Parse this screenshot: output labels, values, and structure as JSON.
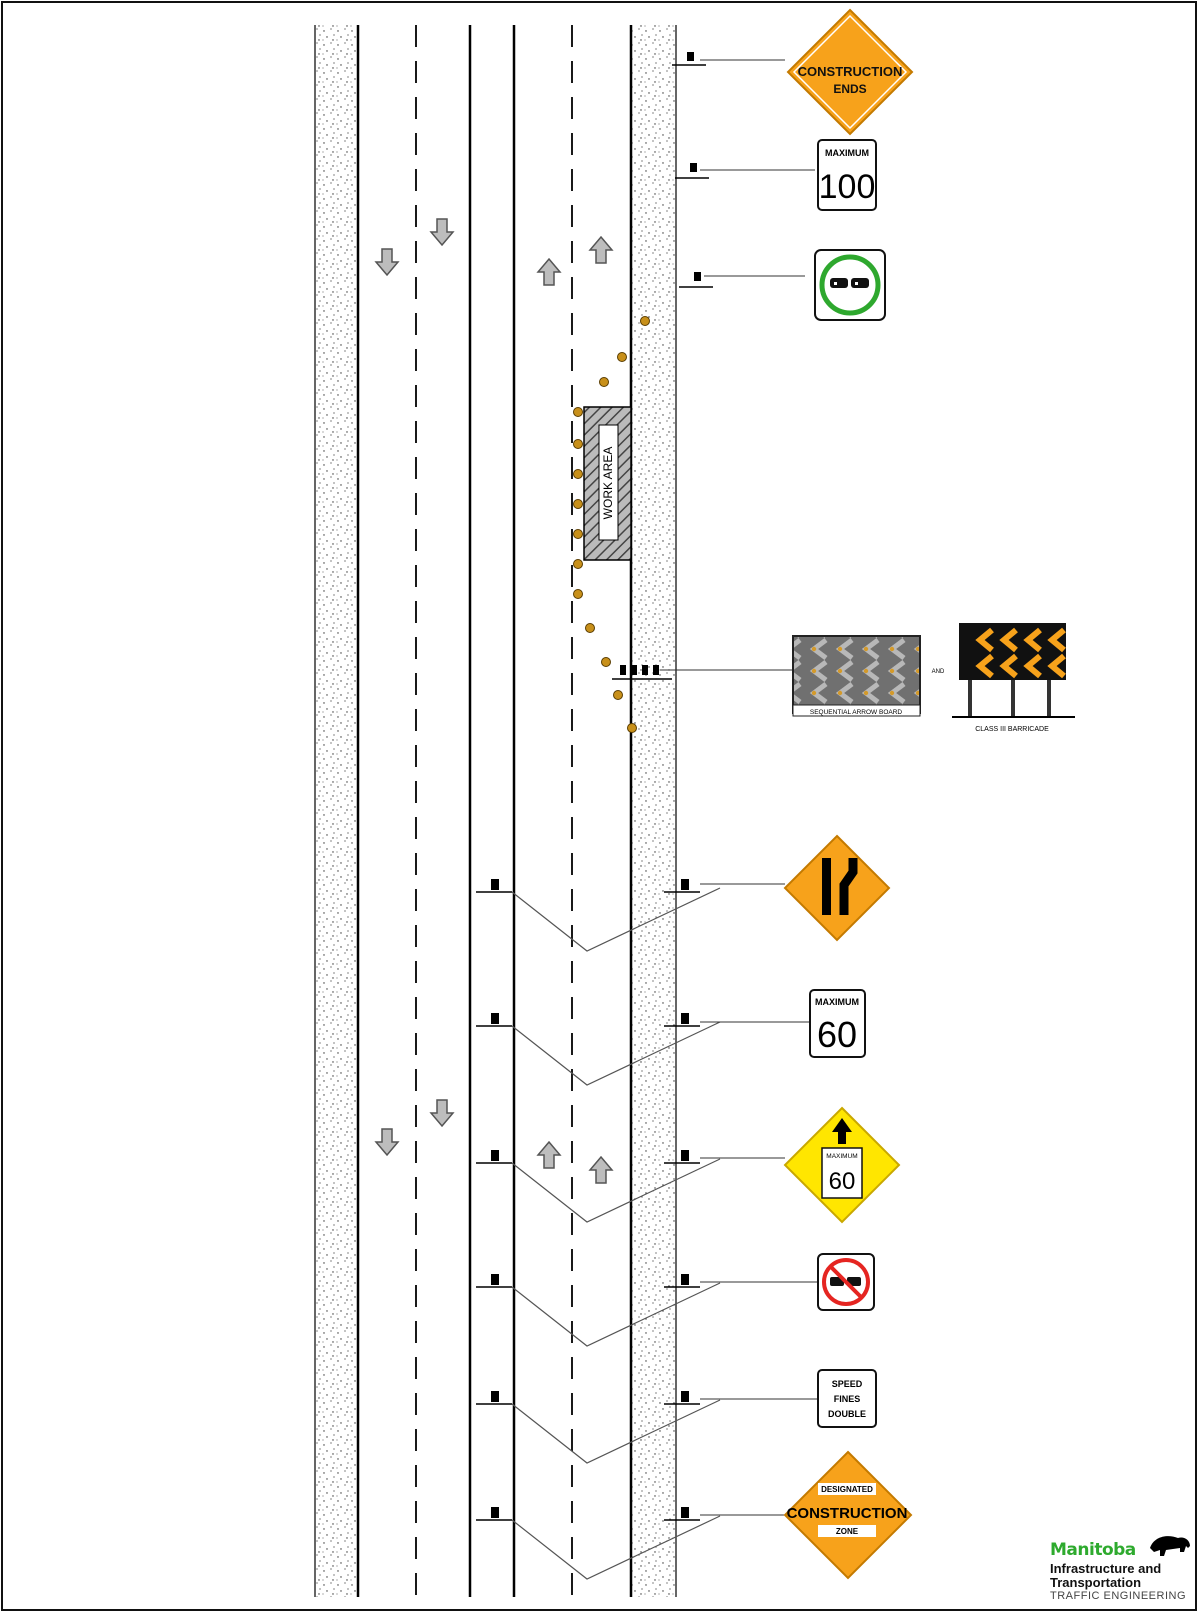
{
  "signs": {
    "construction_ends": {
      "line1": "CONSTRUCTION",
      "line2": "ENDS",
      "color": "#f7a21b"
    },
    "max100": {
      "top": "MAXIMUM",
      "value": "100"
    },
    "passing_permitted": {
      "icon": "two-cars-green-circle-icon",
      "ring_color": "#2ea82e"
    },
    "arrow_board": {
      "label": "SEQUENTIAL ARROW BOARD"
    },
    "and_label": "AND",
    "barricade": {
      "label": "CLASS III BARRICADE",
      "chevron_color": "#f7a21b"
    },
    "lane_ends": {
      "icon": "right-lane-ends-icon",
      "color": "#f7a21b"
    },
    "max60": {
      "top": "MAXIMUM",
      "value": "60"
    },
    "ahead60": {
      "top": "MAXIMUM",
      "value": "60",
      "color": "#ffe600"
    },
    "no_passing": {
      "icon": "no-passing-icon",
      "ring_color": "#e52521"
    },
    "speed_fines": {
      "line1": "SPEED",
      "line2": "FINES",
      "line3": "DOUBLE"
    },
    "designated": {
      "line1": "DESIGNATED",
      "line2": "CONSTRUCTION",
      "line3": "ZONE",
      "color": "#f7a21b"
    }
  },
  "work_area": {
    "label": "WORK AREA"
  },
  "cone_color": "#c8901a",
  "logo": {
    "brand": "Manitoba",
    "line1": "Infrastructure and",
    "line2": "Transportation",
    "line3": "TRAFFIC ENGINEERING"
  }
}
